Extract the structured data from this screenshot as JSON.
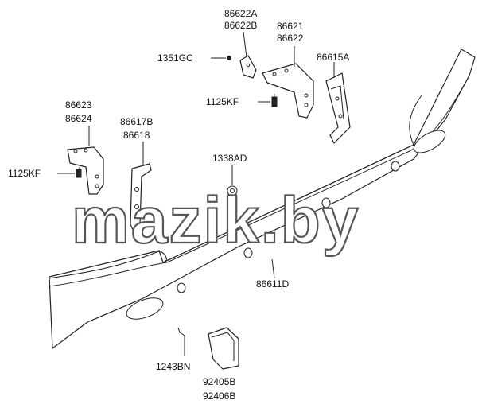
{
  "watermark": "mazik.by",
  "labels": {
    "p86622A": "86622A",
    "p86622B": "86622B",
    "p86621": "86621",
    "p86622": "86622",
    "p86615A": "86615A",
    "p1351GC": "1351GC",
    "p1125KF_top": "1125KF",
    "p86623": "86623",
    "p86624": "86624",
    "p86617B": "86617B",
    "p86618": "86618",
    "p1125KF_left": "1125KF",
    "p1338AD": "1338AD",
    "p86611D": "86611D",
    "p1243BN": "1243BN",
    "p92405B": "92405B",
    "p92406B": "92406B"
  }
}
